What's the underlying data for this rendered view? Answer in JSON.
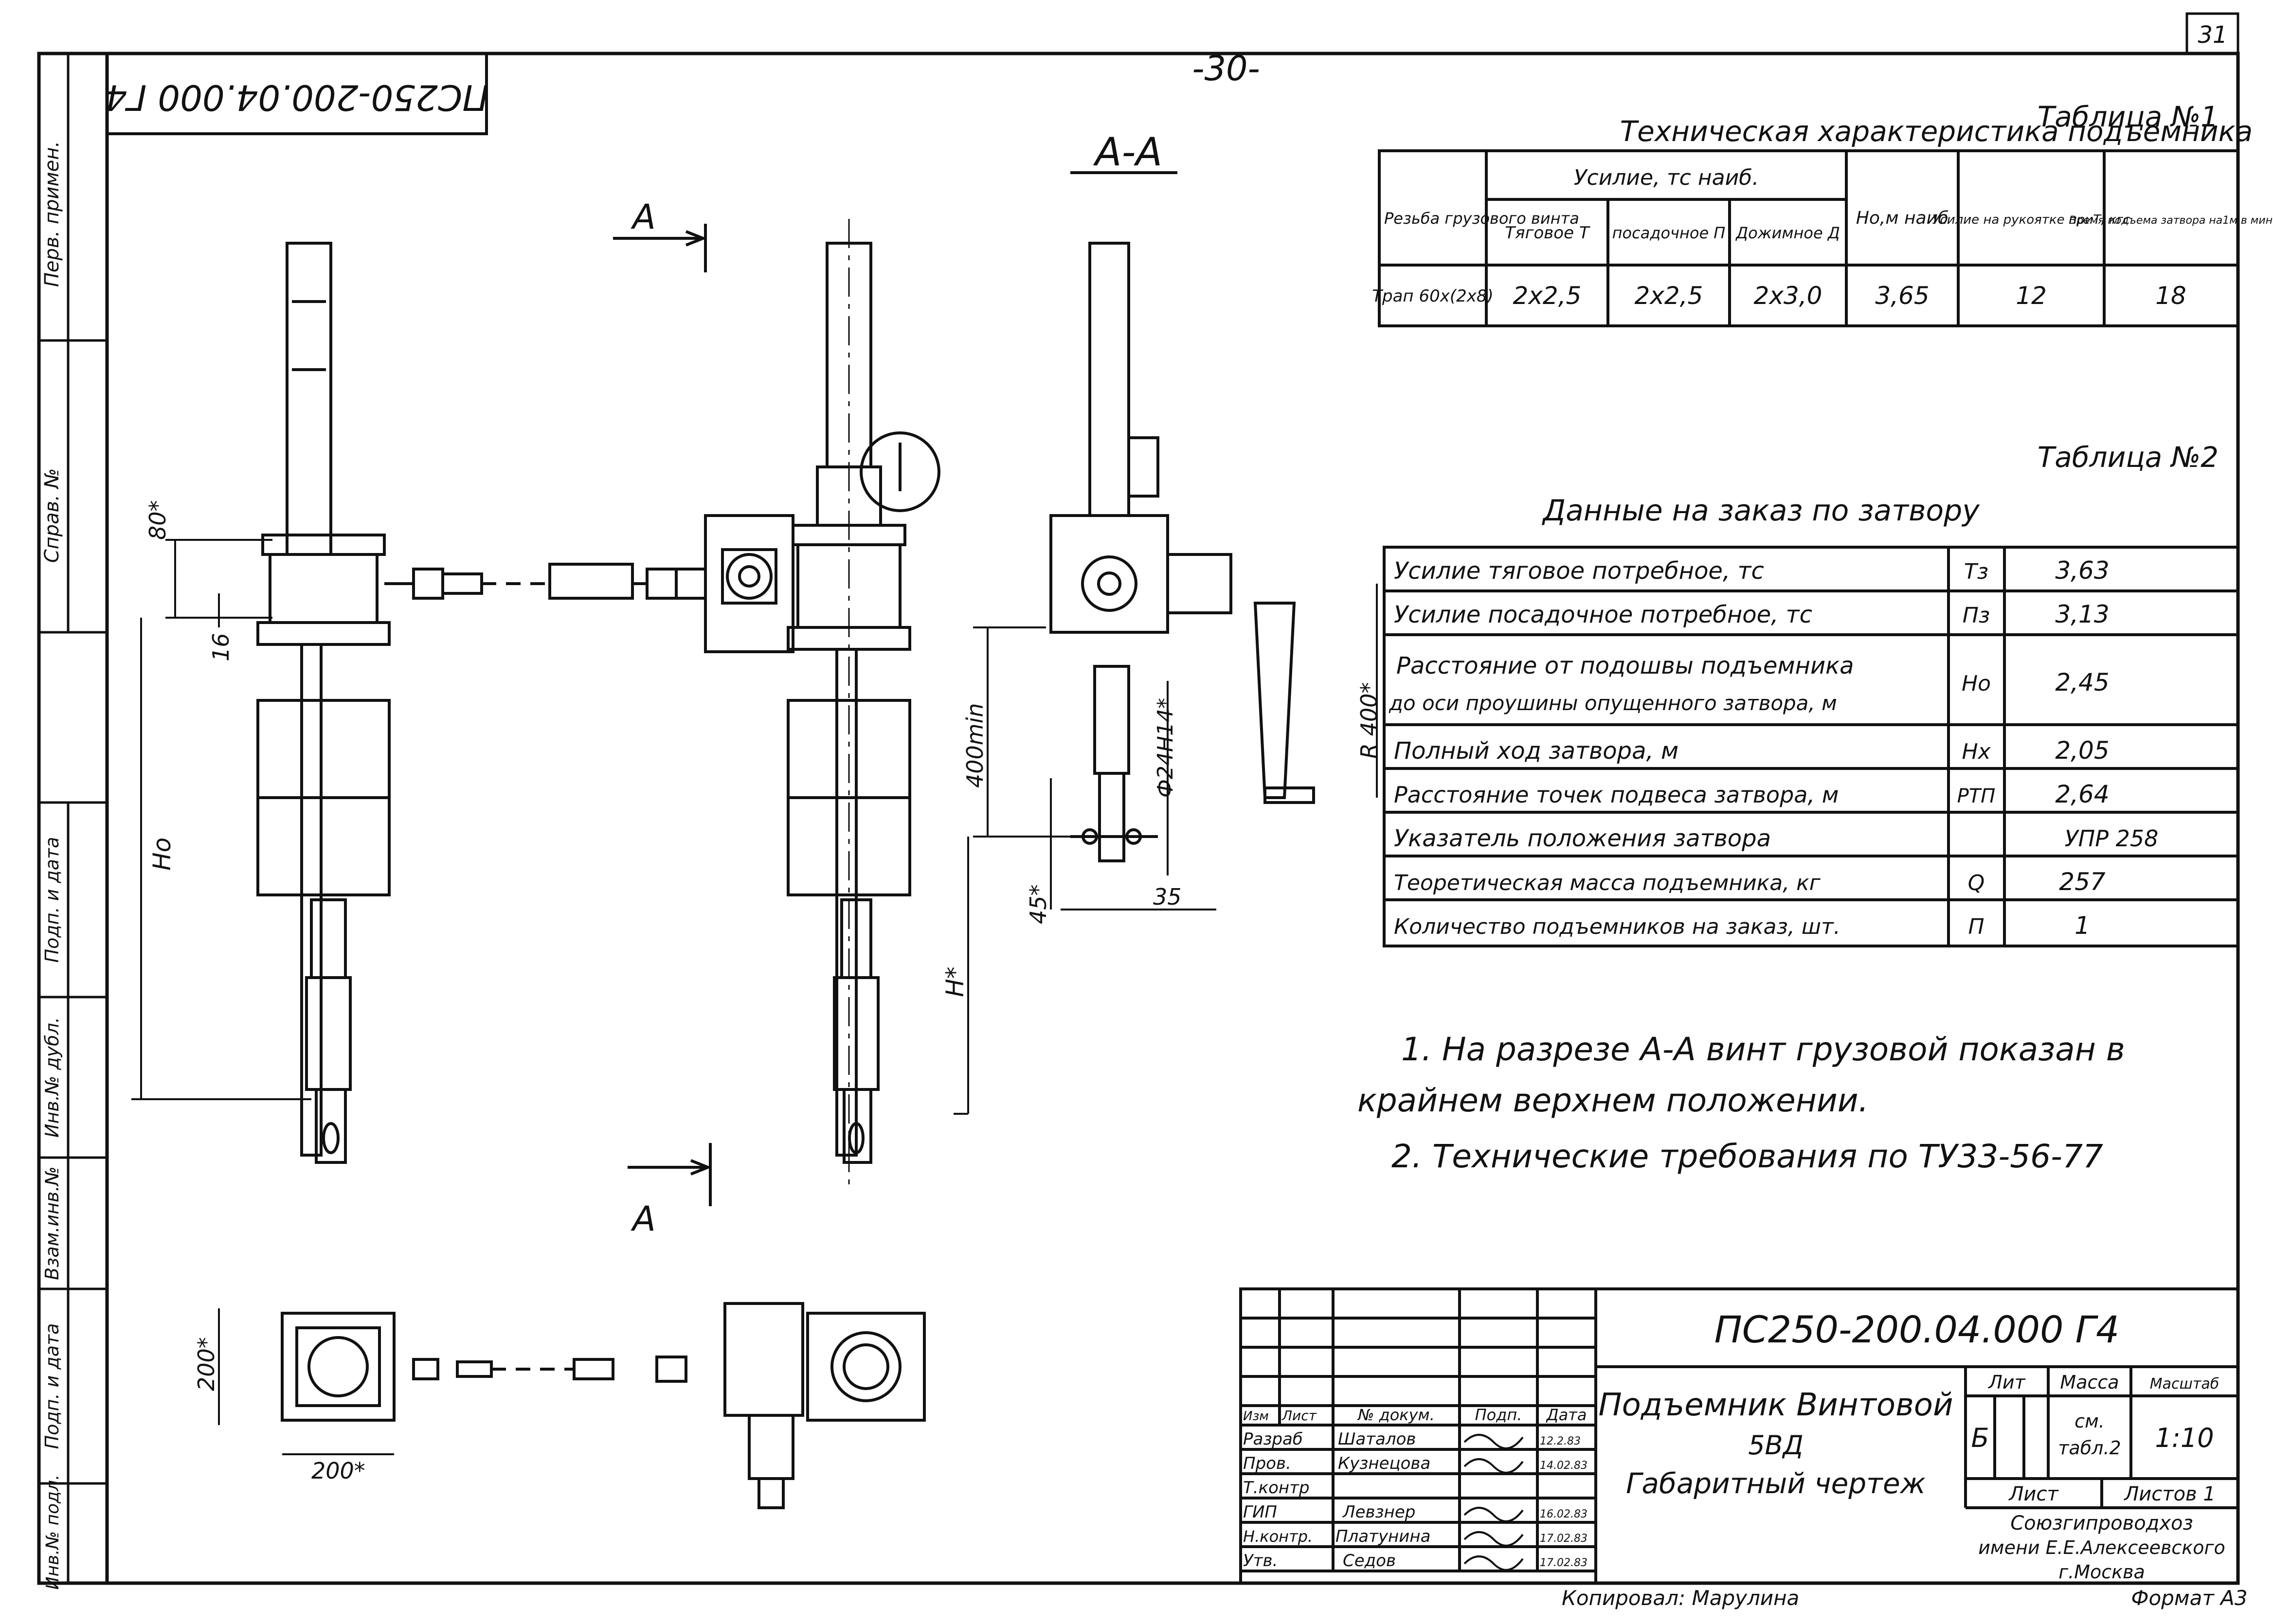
{
  "sheet": {
    "page_number": "-30-",
    "corner_number": "31",
    "rotated_code": "ПС250-200.04.000 Г4",
    "section_label": "А-А",
    "cut_letter": "А"
  },
  "side_stamp": {
    "perv_primen": "Перв. примен.",
    "sprav_no": "Справ. №",
    "podp_data_top": "Подп. и дата",
    "inv_dubl": "Инв.№ дубл.",
    "vzam_inv": "Взам.инв.№",
    "podp_data": "Подп. и дата",
    "inv_podl": "Инв.№ подл."
  },
  "dimensions": {
    "d80": "80*",
    "d16": "16",
    "ho": "Но",
    "d400min": "400min",
    "h": "Н*",
    "d45": "45*",
    "d24": "Ф24Н14*",
    "d35": "35",
    "r400": "R 400*",
    "d200v": "200*",
    "d200h": "200*"
  },
  "table1": {
    "title": "Таблица №1",
    "caption": "Техническая характеристика подъемника",
    "h_thread": "Резьба грузового винта",
    "h_force": "Усилие, тс наиб.",
    "h_tyag": "Тяговое Т",
    "h_pos": "посадочное П",
    "h_dozh": "Дожимное Д",
    "h_ho": "Но,м наиб",
    "h_handle": "Усилие на рукоятке приТ, кгс",
    "h_time": "Время подъема затвора на1м в мин",
    "row": [
      "Трап 60х(2х8)",
      "2х2,5",
      "2х2,5",
      "2х3,0",
      "3,65",
      "12",
      "18"
    ]
  },
  "table2": {
    "title": "Таблица №2",
    "caption": "Данные на заказ по затвору",
    "rows": [
      {
        "name": "Усилие тяговое потребное, тс",
        "sym": "Тз",
        "val": "3,63"
      },
      {
        "name": "Усилие посадочное потребное, тс",
        "sym": "Пз",
        "val": "3,13"
      },
      {
        "name1": "Расстояние от подошвы подъемника",
        "name2": "до оси проушины опущенного затвора, м",
        "sym": "Но",
        "val": "2,45"
      },
      {
        "name": "Полный ход затвора, м",
        "sym": "Нх",
        "val": "2,05"
      },
      {
        "name": "Расстояние точек подвеса затвора, м",
        "sym": "РТП",
        "val": "2,64"
      },
      {
        "name": "Указатель положения затвора",
        "sym": "",
        "val": "УПР 258"
      },
      {
        "name": "Теоретическая масса подъемника, кг",
        "sym": "Q",
        "val": "257"
      },
      {
        "name": "Количество подъемников на заказ, шт.",
        "sym": "П",
        "val": "1"
      }
    ]
  },
  "notes": {
    "n1a": "1. На разрезе А-А винт грузовой показан в",
    "n1b": "крайнем верхнем положении.",
    "n2": "2. Технические требования по ТУ33-56-77"
  },
  "title_block": {
    "code": "ПС250-200.04.000 Г4",
    "name1": "Подъемник Винтовой",
    "name2": "5ВД",
    "name3": "Габаритный чертеж",
    "h_izm": "Изм",
    "h_list": "Лист",
    "h_doc": "№ докум.",
    "h_podp": "Подп.",
    "h_date": "Дата",
    "roles": [
      {
        "role": "Разраб",
        "name": "Шаталов",
        "date": "12.2.83"
      },
      {
        "role": "Пров.",
        "name": "Кузнецова",
        "date": "14.02.83"
      },
      {
        "role": "Т.контр",
        "name": "",
        "date": ""
      },
      {
        "role": "ГИП",
        "name": "Левзнер",
        "date": "16.02.83"
      },
      {
        "role": "Н.контр.",
        "name": "Платунина",
        "date": "17.02.83"
      },
      {
        "role": "Утв.",
        "name": "Седов",
        "date": "17.02.83"
      }
    ],
    "lit_h": "Лит",
    "mass_h": "Масса",
    "scale_h": "Масштаб",
    "lit_v": "Б",
    "mass_v1": "см.",
    "mass_v2": "табл.2",
    "scale_v": "1:10",
    "list_label": "Лист",
    "listov": "Листов 1",
    "org1": "Союзгипроводхоз",
    "org2": "имени Е.Е.Алексеевского",
    "org3": "г.Москва",
    "copied": "Копировал: Марулина",
    "format": "Формат А3"
  }
}
